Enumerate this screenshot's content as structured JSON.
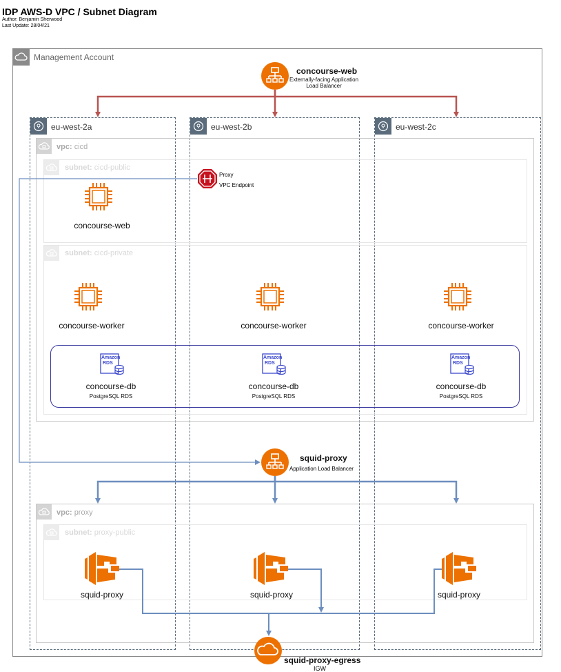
{
  "header": {
    "title": "IDP AWS-D VPC / Subnet Diagram",
    "author": "Author: Benjamin Sherwood",
    "last_update": "Last Update: 28/04/21"
  },
  "management": {
    "label": "Management Account"
  },
  "azs": [
    "eu-west-2a",
    "eu-west-2b",
    "eu-west-2c"
  ],
  "vpcs": {
    "cicd": {
      "prefix": "vpc:",
      "name": "cicd"
    },
    "proxy": {
      "prefix": "vpc:",
      "name": "proxy"
    }
  },
  "subnets": {
    "cicd_public": {
      "prefix": "subnet:",
      "name": "cicd-public"
    },
    "cicd_private": {
      "prefix": "subnet:",
      "name": "cicd-private"
    },
    "proxy_public": {
      "prefix": "subnet:",
      "name": "proxy-public"
    }
  },
  "load_balancers": {
    "web": {
      "name": "concourse-web",
      "desc_line1": "Externally-facing Application",
      "desc_line2": "Load Balancer"
    },
    "squid": {
      "name": "squid-proxy",
      "desc": "Application Load Balancer"
    }
  },
  "endpoint": {
    "line1": "Proxy",
    "line2": "VPC Endpoint"
  },
  "instances": {
    "web": "concourse-web",
    "workers": [
      "concourse-worker",
      "concourse-worker",
      "concourse-worker"
    ]
  },
  "databases": [
    {
      "name": "concourse-db",
      "desc": "PostgreSQL RDS"
    },
    {
      "name": "concourse-db",
      "desc": "PostgreSQL RDS"
    },
    {
      "name": "concourse-db",
      "desc": "PostgreSQL RDS"
    }
  ],
  "rds_icon_text": {
    "line1": "Amazon",
    "line2": "RDS"
  },
  "proxies": [
    "squid-proxy",
    "squid-proxy",
    "squid-proxy"
  ],
  "igw": {
    "name": "squid-proxy-egress",
    "desc": "IGW"
  },
  "colors": {
    "aws_orange": "#ED7100",
    "web_lb_arrows": "#B85450",
    "proxy_arrows": "#6C8EBF",
    "endpoint_red": "#C7131F",
    "db_group_border": "#3A3AA0"
  }
}
